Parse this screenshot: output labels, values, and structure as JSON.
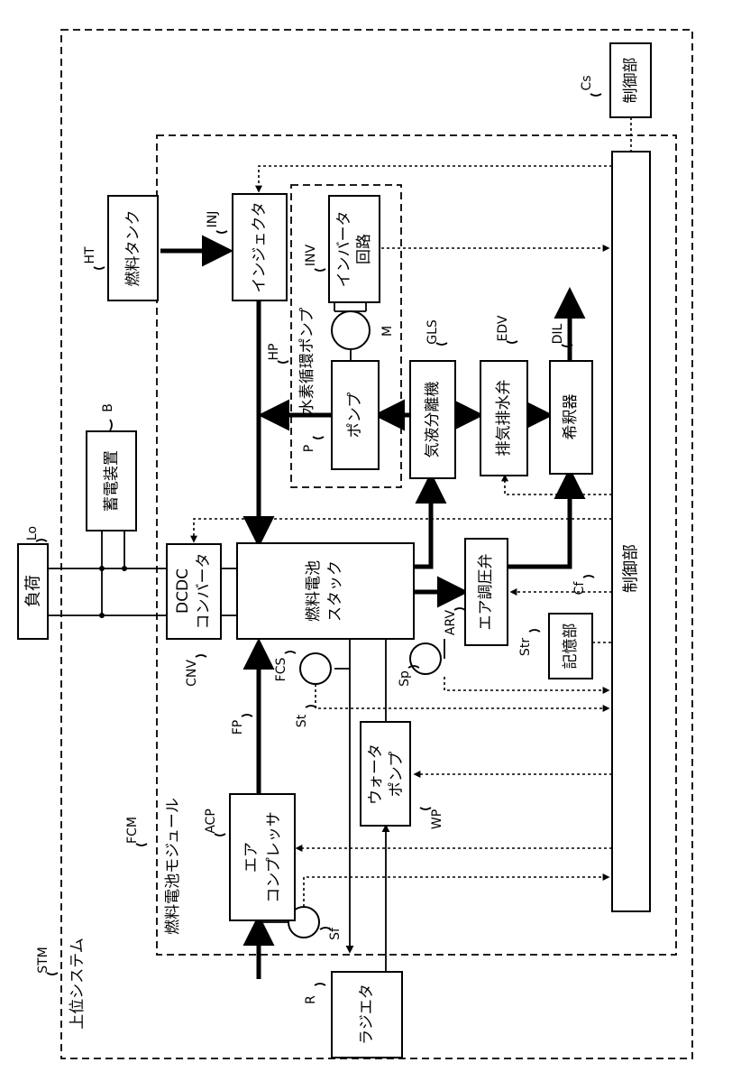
{
  "blocks": {
    "load": "負荷",
    "storage": "蓄電装置",
    "dcdc_l1": "DCDC",
    "dcdc_l2": "コンバータ",
    "stack_l1": "燃料電池",
    "stack_l2": "スタック",
    "tank": "燃料タンク",
    "injector": "インジェクタ",
    "pump": "ポンプ",
    "inverter_l1": "インバータ",
    "inverter_l2": "回路",
    "separator": "気液分離機",
    "drain_valve": "排気排水弁",
    "diluter": "希釈器",
    "air_valve": "エア調圧弁",
    "memory": "記憶部",
    "water_pump_l1": "ウォータ",
    "water_pump_l2": "ポンプ",
    "compressor_l1": "エア",
    "compressor_l2": "コンプレッサ",
    "radiator": "ラジエタ",
    "controller": "制御部",
    "upper_controller": "制御部"
  },
  "captions": {
    "h2_pump_group": "水素循環ポンプ",
    "module": "燃料電池モジュール",
    "system": "上位システム"
  },
  "ref_labels": {
    "Lo": "Lo",
    "B": "B",
    "HT": "HT",
    "INJ": "INJ",
    "INV": "INV",
    "HP": "HP",
    "P": "P",
    "M": "M",
    "GLS": "GLS",
    "EDV": "EDV",
    "DIL": "DIL",
    "Cs": "Cs",
    "CNV": "CNV",
    "FCS": "FCS",
    "ARV": "ARV",
    "Cf": "Cf",
    "Str": "Str",
    "St": "St",
    "Sp": "Sp",
    "FP": "FP",
    "WP": "WP",
    "ACP": "ACP",
    "FCM": "FCM",
    "Sf": "Sf",
    "R": "R",
    "STM": "STM"
  }
}
